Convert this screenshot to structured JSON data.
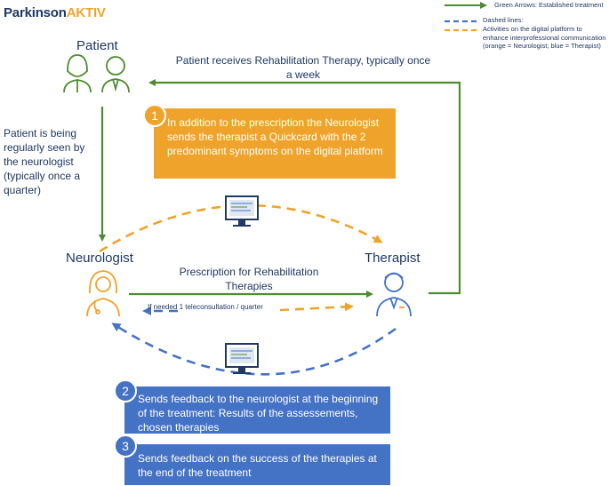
{
  "brand": {
    "part1": "Parkinson",
    "part2": "AKTIV"
  },
  "colors": {
    "navy": "#1f3864",
    "green": "#4e8c2f",
    "orange": "#f0a32a",
    "blue": "#4472c4"
  },
  "legend": {
    "green_text": "Green Arrows:  Established  treatment",
    "dashed_title": "Dashed lines:",
    "dashed_text": "Activities  on the digital platform  to enhance  interprofessional communication   (orange = Neurologist; blue = Therapist)"
  },
  "nodes": {
    "patient": "Patient",
    "neurologist": "Neurologist",
    "therapist": "Therapist"
  },
  "labels": {
    "top_arrow": "Patient receives Rehabilitation Therapy, typically once a week",
    "left_arrow": "Patient is being regularly seen by the neurologist (typically once a quarter)",
    "prescription": "Prescription for Rehabilitation Therapies",
    "teleconsult": "If needed  1 teleconsultation    / quarter"
  },
  "steps": [
    {
      "number": "1",
      "text": "In addition to the prescription the Neurologist sends the therapist a Quickcard with the 2 predominant symptoms on the digital platform"
    },
    {
      "number": "2",
      "text": "Sends feedback to the neurologist at the beginning of the treatment: Results of the assessements, chosen therapies"
    },
    {
      "number": "3",
      "text": "Sends feedback on the success of the therapies at the end of the treatment"
    }
  ],
  "icons": [
    "patient-female-icon",
    "patient-male-icon",
    "neurologist-icon",
    "therapist-icon",
    "monitor-icon"
  ]
}
